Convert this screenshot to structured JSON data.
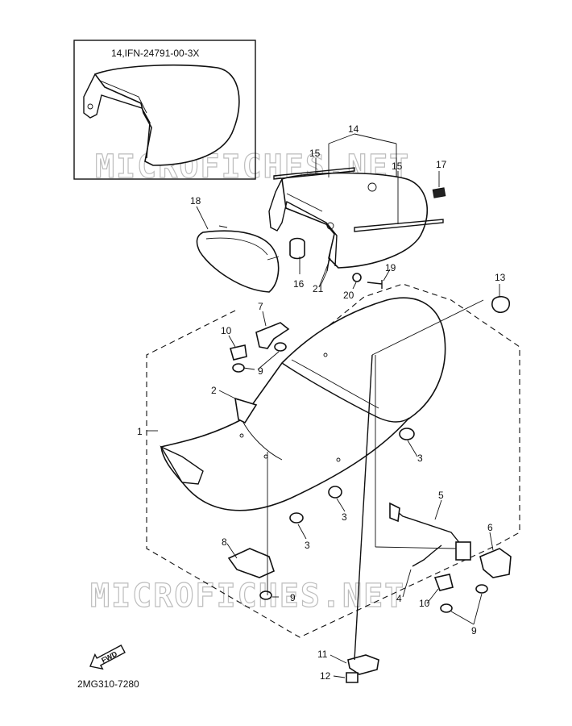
{
  "inset": {
    "title": "14,IFN-24791-00-3X"
  },
  "watermark": {
    "text": "MICROFICHES.NET"
  },
  "callouts": [
    "1",
    "2",
    "3",
    "3",
    "3",
    "4",
    "5",
    "6",
    "7",
    "8",
    "9",
    "9",
    "9",
    "10",
    "10",
    "11",
    "12",
    "13",
    "14",
    "15",
    "15",
    "16",
    "17",
    "18",
    "19",
    "20",
    "21"
  ],
  "fwd_label": "FWD",
  "drawing_number": "2MG310-7280"
}
